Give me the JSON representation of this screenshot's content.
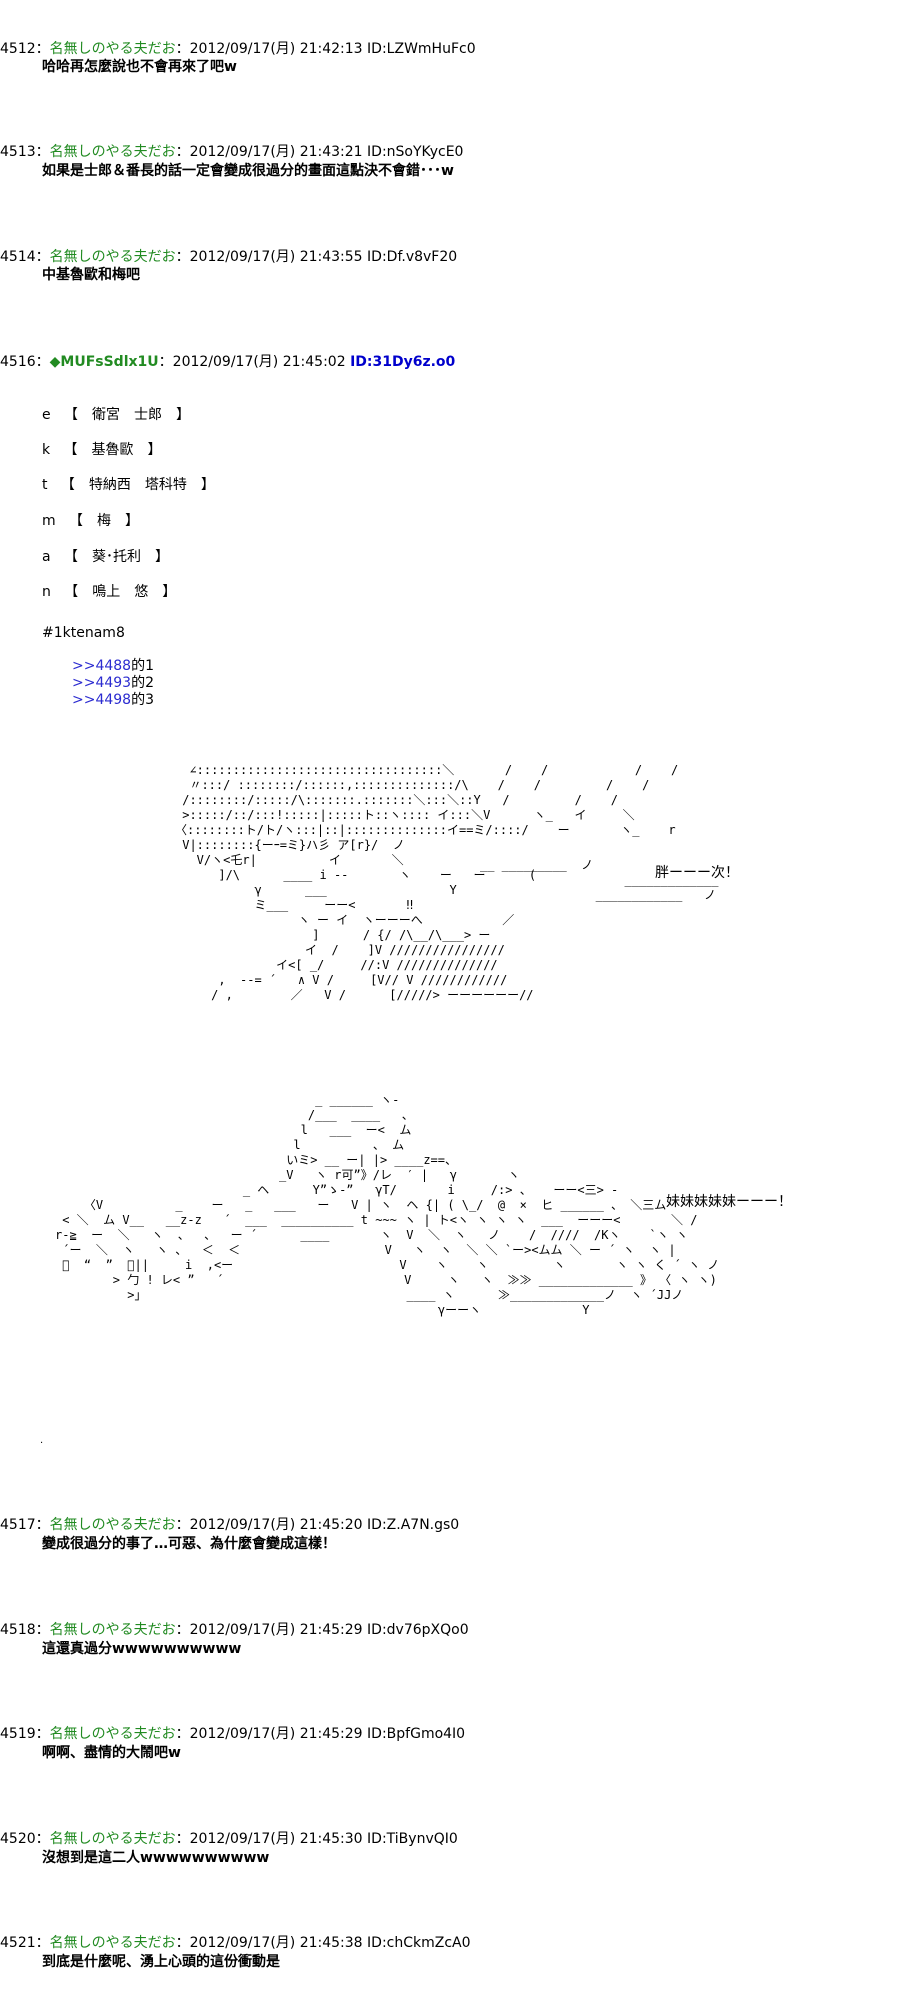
{
  "posts_top": [
    {
      "num": "4512",
      "sep": "：",
      "name": "名無しのやる夫だお",
      "colon2": "：",
      "datetime": "2012/09/17(月) 21:42:13",
      "id": "ID:LZWmHuFc0",
      "body": "哈哈再怎麼說也不會再來了吧w"
    },
    {
      "num": "4513",
      "sep": "：",
      "name": "名無しのやる夫だお",
      "colon2": "：",
      "datetime": "2012/09/17(月) 21:43:21",
      "id": "ID:nSoYKycE0",
      "body": "如果是士郎＆番長的話一定會變成很過分的畫面這點決不會錯･･･w"
    },
    {
      "num": "4514",
      "sep": "：",
      "name": "名無しのやる夫だお",
      "colon2": "：",
      "datetime": "2012/09/17(月) 21:43:55",
      "id": "ID:Df.v8vF20",
      "body": "中基魯歐和梅吧"
    }
  ],
  "op_post": {
    "num": "4516",
    "sep": "：",
    "trip": "◆MUFsSdlx1U",
    "colon2": "：",
    "datetime": "2012/09/17(月) 21:45:02",
    "id": "ID:31Dy6z.o0",
    "roles": [
      {
        "key": "e",
        "value": "【　衛宮　士郎　】"
      },
      {
        "key": "k",
        "value": "【　基魯歐　】"
      },
      {
        "key": "t",
        "value": "【　特納西　塔科特　】"
      },
      {
        "key": "m",
        "value": "【　梅　】"
      },
      {
        "key": "a",
        "value": "【　葵･托利　】"
      },
      {
        "key": "n",
        "value": "【　鳴上　悠　】"
      }
    ],
    "tag": "#1ktenam8",
    "anchors": [
      {
        "link": ">>4488",
        "suffix": "的1"
      },
      {
        "link": ">>4493",
        "suffix": "的2"
      },
      {
        "link": ">>4498",
        "suffix": "的3"
      }
    ],
    "art1_caption": "胖ーーー次！",
    "art2_caption": "妹妹妹妹妹ーーー！"
  },
  "posts_bottom": [
    {
      "num": "4517",
      "sep": "：",
      "name": "名無しのやる夫だお",
      "colon2": "：",
      "datetime": "2012/09/17(月) 21:45:20",
      "id": "ID:Z.A7N.gs0",
      "body": "變成很過分的事了…可惡、為什麼會變成這樣！"
    },
    {
      "num": "4518",
      "sep": "：",
      "name": "名無しのやる夫だお",
      "colon2": "：",
      "datetime": "2012/09/17(月) 21:45:29",
      "id": "ID:dv76pXQo0",
      "body": "這還真過分wwwwwwwwww"
    },
    {
      "num": "4519",
      "sep": "：",
      "name": "名無しのやる夫だお",
      "colon2": "：",
      "datetime": "2012/09/17(月) 21:45:29",
      "id": "ID:BpfGmo4I0",
      "body": "啊啊、盡情的大鬧吧w"
    },
    {
      "num": "4520",
      "sep": "：",
      "name": "名無しのやる夫だお",
      "colon2": "：",
      "datetime": "2012/09/17(月) 21:45:30",
      "id": "ID:TiBynvQI0",
      "body": "沒想到是這二人wwwwwwwwww"
    },
    {
      "num": "4521",
      "sep": "：",
      "name": "名無しのやる夫だお",
      "colon2": "：",
      "datetime": "2012/09/17(月) 21:45:38",
      "id": "ID:chCkmZcA0",
      "body": "到底是什麼呢、湧上心頭的這份衝動是"
    }
  ]
}
